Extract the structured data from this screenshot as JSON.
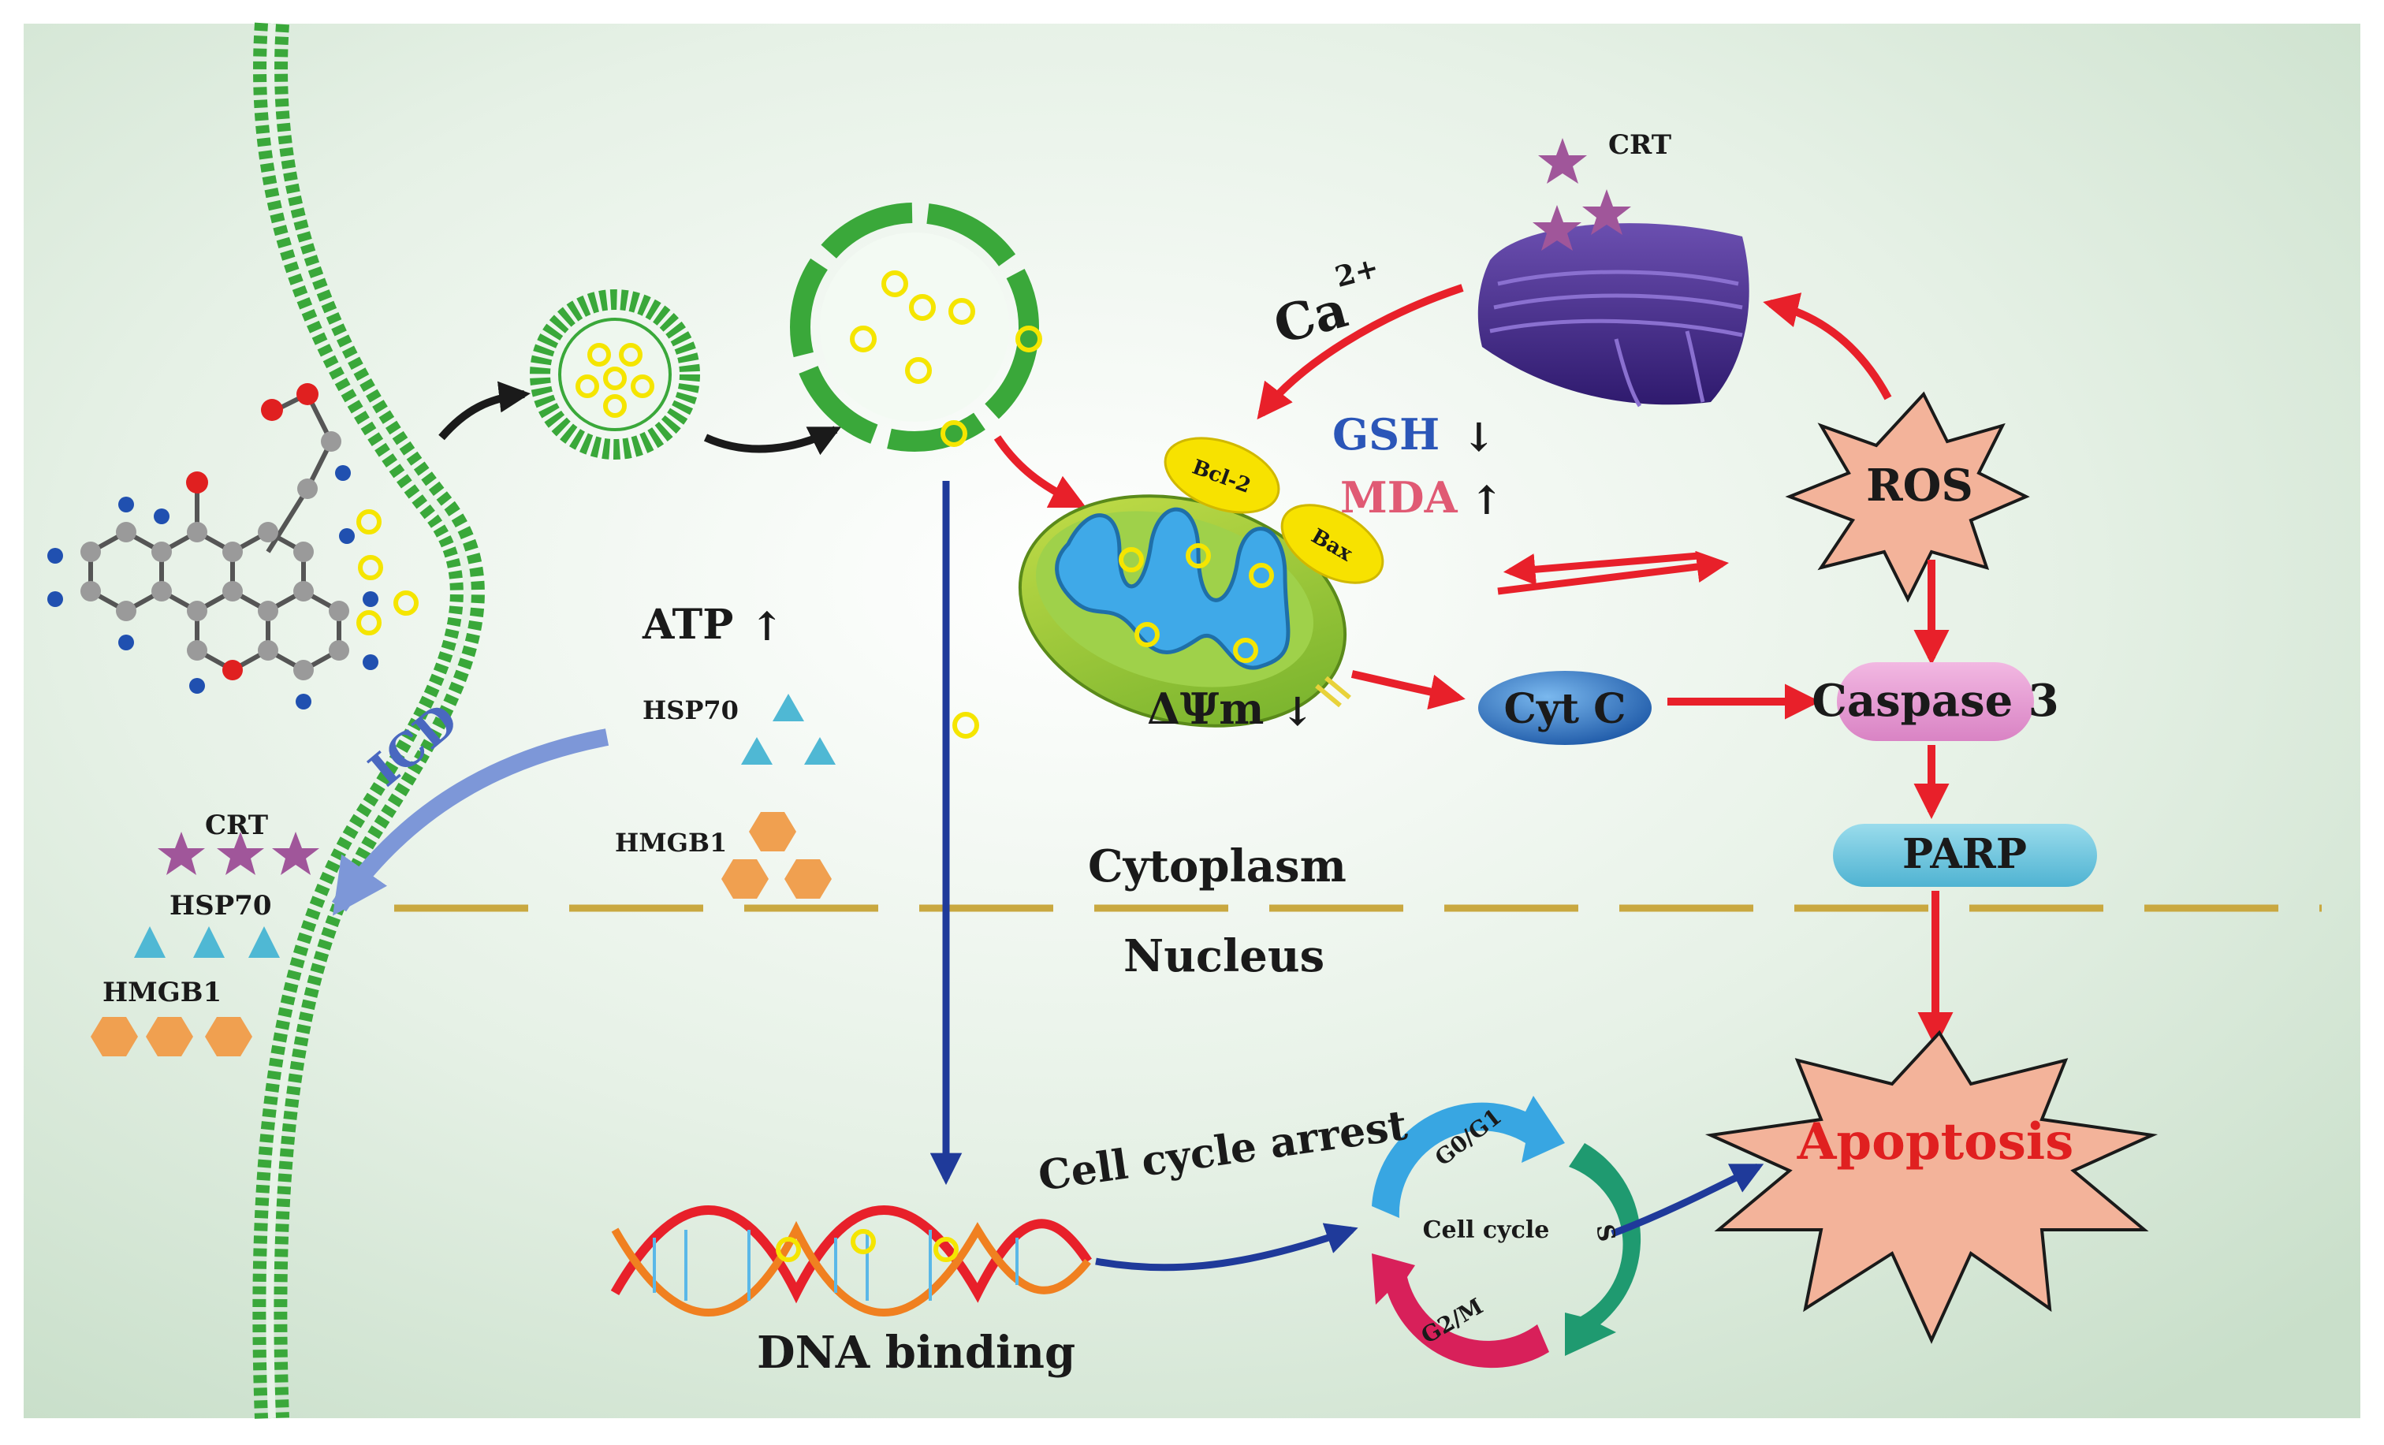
{
  "labels": {
    "crt_top": "CRT",
    "calcium": "Ca",
    "calcium_charge": "2+",
    "gsh": "GSH",
    "mda": "MDA",
    "bcl2": "Bcl-2",
    "bax": "Bax",
    "ros": "ROS",
    "atp": "ATP",
    "hsp70_center": "HSP70",
    "hmgb1_center": "HMGB1",
    "icd": "ICD",
    "crt_left": "CRT",
    "hsp70_left": "HSP70",
    "hmgb1_left": "HMGB1",
    "delta_psi": "ΔΨm",
    "cyt_c": "Cyt C",
    "caspase3": "Caspase 3",
    "parp": "PARP",
    "cytoplasm": "Cytoplasm",
    "nucleus": "Nucleus",
    "cell_cycle_arrest": "Cell cycle arrest",
    "cell_cycle": "Cell cycle",
    "phase_g0g1": "G0/G1",
    "phase_s": "S",
    "phase_g2m": "G2/M",
    "apoptosis": "Apoptosis",
    "dna_binding": "DNA binding"
  },
  "colors": {
    "background_center": "#ffffff",
    "background_edge": "#cfe3cf",
    "membrane": "#3aa83a",
    "red_arrow": "#e8202a",
    "blue_arrow": "#1f3a9a",
    "icd_arrow": "#7d97d8",
    "gsh_text": "#2b56b8",
    "mda_text": "#e05a74",
    "star": "#a0569a",
    "triangle": "#4fb8d4",
    "hexagon": "#f0a050",
    "nanoparticle": "#f5e500",
    "er": "#4a2d8c",
    "mito_outer": "#8cc63f",
    "mito_inner": "#3fa9e8",
    "caspase_box": "#e59ad0",
    "parp_box": "#6ec6de",
    "cyt_c_box": "#2f6fb8",
    "ros_burst": "#f3b39a",
    "apoptosis_text": "#e02020",
    "nuclear_line": "#c9a840"
  },
  "icons": {
    "molecule": "xanthone-molecule-icon",
    "vesicle_small": "liposome-icon",
    "vesicle_large": "opening-liposome-icon",
    "er": "endoplasmic-reticulum-icon",
    "mitochondrion": "mitochondrion-icon",
    "dna": "dna-helix-icon",
    "cell_cycle": "cell-cycle-icon",
    "ros": "burst-icon",
    "apoptosis": "burst-icon"
  }
}
